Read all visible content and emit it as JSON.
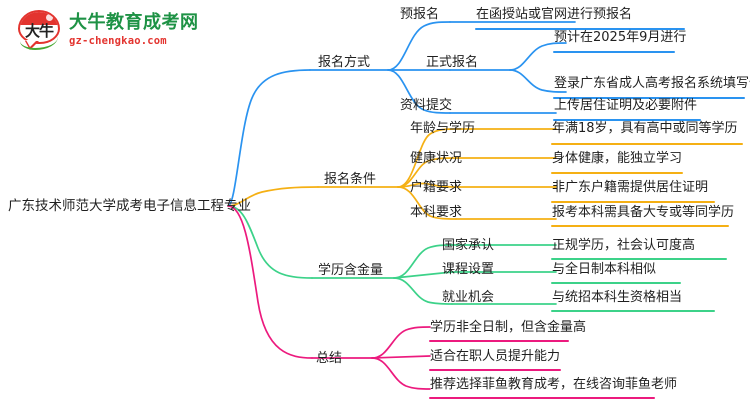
{
  "logo": {
    "mark_text": "大牛",
    "name_cn": "大牛教育成考网",
    "name_en": "gz-chengkao.com",
    "colors": {
      "red": "#e3342f",
      "green": "#1e9245"
    }
  },
  "mindmap": {
    "root": {
      "label": "广东技术师范大学成考电子信息工程专业"
    },
    "branch_colors": {
      "blue": "#2a93f0",
      "orange": "#f5b014",
      "green": "#3cd289",
      "pink": "#ec1a7e"
    },
    "branches": [
      {
        "label": "报名方式",
        "color": "#2a93f0",
        "children": [
          {
            "label": "预报名",
            "leaves": [
              "在函授站或官网进行预报名"
            ]
          },
          {
            "label": "正式报名",
            "leaves": [
              "预计在2025年9月进行",
              "登录广东省成人高考报名系统填写信息"
            ]
          },
          {
            "label": "资料提交",
            "leaves": [
              "上传居住证明及必要附件"
            ]
          }
        ]
      },
      {
        "label": "报名条件",
        "color": "#f5b014",
        "children": [
          {
            "label": "年龄与学历",
            "leaves": [
              "年满18岁，具有高中或同等学历"
            ]
          },
          {
            "label": "健康状况",
            "leaves": [
              "身体健康，能独立学习"
            ]
          },
          {
            "label": "户籍要求",
            "leaves": [
              "非广东户籍需提供居住证明"
            ]
          },
          {
            "label": "本科要求",
            "leaves": [
              "报考本科需具备大专或等同学历"
            ]
          }
        ]
      },
      {
        "label": "学历含金量",
        "color": "#3cd289",
        "children": [
          {
            "label": "国家承认",
            "leaves": [
              "正规学历，社会认可度高"
            ]
          },
          {
            "label": "课程设置",
            "leaves": [
              "与全日制本科相似"
            ]
          },
          {
            "label": "就业机会",
            "leaves": [
              "与统招本科生资格相当"
            ]
          }
        ]
      },
      {
        "label": "总结",
        "color": "#ec1a7e",
        "children": [
          {
            "label": "学历非全日制，但含金量高",
            "leaves": []
          },
          {
            "label": "适合在职人员提升能力",
            "leaves": []
          },
          {
            "label": "推荐选择菲鱼教育成考，在线咨询菲鱼老师",
            "leaves": []
          }
        ]
      }
    ]
  }
}
